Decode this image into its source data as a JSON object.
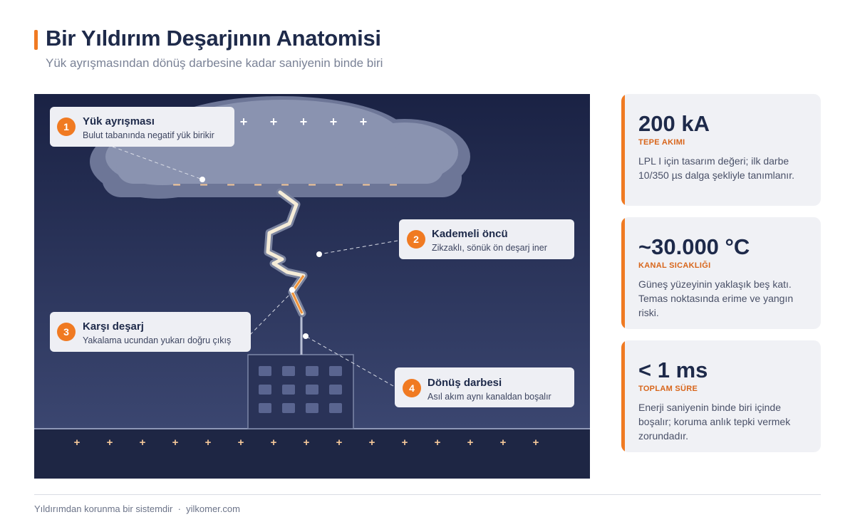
{
  "header": {
    "title": "Bir Yıldırım Deşarjının Anatomisi",
    "subtitle": "Yük ayrışmasından dönüş darbesine kadar saniyenin binde biri"
  },
  "colors": {
    "accent": "#f07a22",
    "sky_top": "#1a2244",
    "sky_bottom": "#3b4670",
    "cloud": "#8a93b0",
    "bolt": "#f5ecd8",
    "navy_text": "#1e2a4a"
  },
  "diagram": {
    "cloud_charges": [
      "+",
      "+",
      "+",
      "+",
      "+",
      "+",
      "+"
    ],
    "cloud_base_charges": [
      "–",
      "–",
      "–",
      "–",
      "–",
      "–",
      "–",
      "–",
      "–"
    ],
    "ground_charges": [
      "+",
      "+",
      "+",
      "+",
      "+",
      "+",
      "+",
      "+",
      "+",
      "+",
      "+",
      "+",
      "+",
      "+",
      "+"
    ],
    "callouts": [
      {
        "number": "1",
        "title": "Yük ayrışması",
        "desc": "Bulut tabanında negatif yük birikir"
      },
      {
        "number": "2",
        "title": "Kademeli öncü",
        "desc": "Zikzaklı, sönük ön deşarj iner"
      },
      {
        "number": "3",
        "title": "Karşı deşarj",
        "desc": "Yakalama ucundan yukarı doğru çıkış"
      },
      {
        "number": "4",
        "title": "Dönüş darbesi",
        "desc": "Asıl akım aynı kanaldan boşalır"
      }
    ]
  },
  "stats": [
    {
      "value": "200 kA",
      "label": "TEPE AKIMI",
      "desc": "LPL I için tasarım değeri; ilk darbe 10/350 µs dalga şekliyle tanımlanır."
    },
    {
      "value": "~30.000 °C",
      "label": "KANAL SICAKLIĞI",
      "desc": "Güneş yüzeyinin yaklaşık beş katı. Temas noktasında erime ve yangın riski."
    },
    {
      "value": "< 1 ms",
      "label": "TOPLAM SÜRE",
      "desc": "Enerji saniyenin binde biri içinde boşalır; koruma anlık tepki vermek zorundadır."
    }
  ],
  "footer": {
    "text": "Yıldırımdan korunma bir sistemdir  ·  yilkomer.com"
  }
}
